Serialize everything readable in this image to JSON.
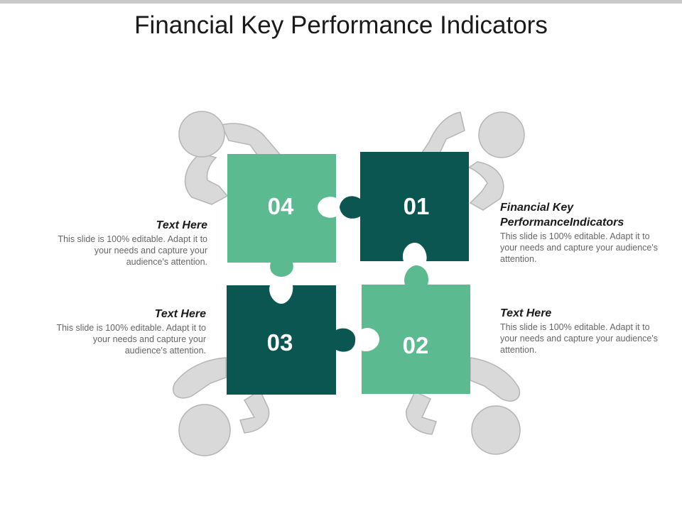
{
  "title": "Financial Key Performance Indicators",
  "colors": {
    "light_green": "#5bba8f",
    "dark_green": "#0b5650",
    "figure_gray": "#d9d9d9",
    "figure_outline": "#b5b5b5"
  },
  "pieces": [
    {
      "id": "04",
      "label": "04",
      "color": "light_green"
    },
    {
      "id": "01",
      "label": "01",
      "color": "dark_green"
    },
    {
      "id": "03",
      "label": "03",
      "color": "dark_green"
    },
    {
      "id": "02",
      "label": "02",
      "color": "light_green"
    }
  ],
  "blocks": {
    "top_left": {
      "heading": "Text Here",
      "body": "This slide is 100% editable. Adapt it to your needs and capture your audience's attention."
    },
    "bottom_left": {
      "heading": "Text Here",
      "body": "This slide is 100% editable. Adapt it to your needs and capture your audience's attention."
    },
    "top_right": {
      "heading": "Financial Key PerformanceIndicators",
      "body": "This slide is 100% editable. Adapt it to your needs and capture your audience's attention."
    },
    "bottom_right": {
      "heading": "Text Here",
      "body": "This slide is 100% editable. Adapt it to your needs and capture your audience's attention."
    }
  }
}
